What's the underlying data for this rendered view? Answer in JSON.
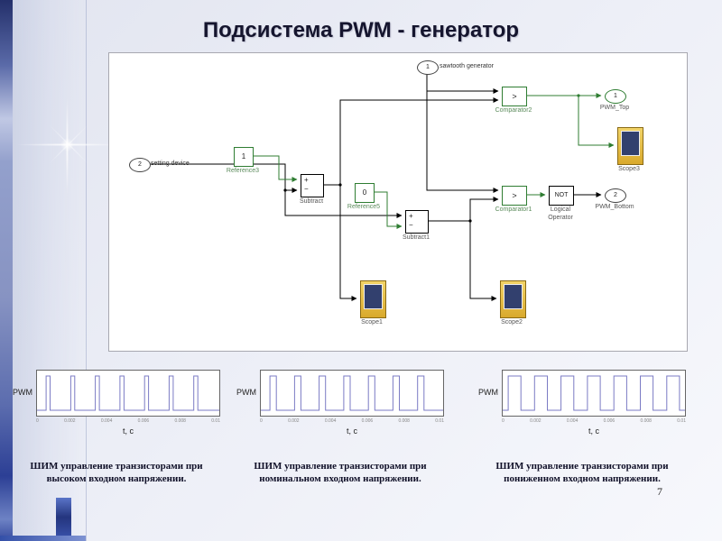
{
  "slide": {
    "title": "Подсистема PWM - генератор",
    "page_number": "7"
  },
  "diagram": {
    "in1_num": "1",
    "in1_label": "sawtooth generator",
    "in2_num": "2",
    "in2_label": "setting device",
    "ref3_value": "1",
    "ref3_label": "Reference3",
    "ref5_value": "0",
    "ref5_label": "Reference5",
    "plus": "+",
    "minus": "−",
    "subtract_label": "Subtract",
    "subtract1_label": "Subtract1",
    "comp2_op": ">",
    "comp2_label": "Comparator2",
    "comp1_op": ">",
    "comp1_label": "Comparator1",
    "not_op": "NOT",
    "not_label_line1": "Logical",
    "not_label_line2": "Operator",
    "out1_num": "1",
    "out1_label": "PWM_Top",
    "out2_num": "2",
    "out2_label": "PWM_Bottom",
    "scope1_label": "Scope1",
    "scope2_label": "Scope2",
    "scope3_label": "Scope3"
  },
  "colors": {
    "wire": "#000000",
    "wire_green": "#2f7d32",
    "signal": "#7b7bc4",
    "accent_blue": "#2c3f95"
  },
  "chart_data": [
    {
      "type": "line",
      "signal": "square",
      "ylabel": "PWM",
      "xlabel": "t, c",
      "x_range": [
        0,
        0.01
      ],
      "ylim": [
        0,
        1
      ],
      "x_ticks": [
        "0",
        "0.002",
        "0.004",
        "0.006",
        "0.008",
        "0.01"
      ],
      "pulses": [
        [
          0.05,
          0.072
        ],
        [
          0.185,
          0.207
        ],
        [
          0.32,
          0.342
        ],
        [
          0.455,
          0.477
        ],
        [
          0.59,
          0.612
        ],
        [
          0.725,
          0.747
        ],
        [
          0.86,
          0.882
        ]
      ],
      "caption": "ШИМ управление транзисторами при высоком входном напряжении."
    },
    {
      "type": "line",
      "signal": "square",
      "ylabel": "PWM",
      "xlabel": "t, c",
      "x_range": [
        0,
        0.01
      ],
      "ylim": [
        0,
        1
      ],
      "x_ticks": [
        "0",
        "0.002",
        "0.004",
        "0.006",
        "0.008",
        "0.01"
      ],
      "pulses": [
        [
          0.05,
          0.085
        ],
        [
          0.185,
          0.22
        ],
        [
          0.32,
          0.355
        ],
        [
          0.455,
          0.49
        ],
        [
          0.59,
          0.625
        ],
        [
          0.725,
          0.76
        ],
        [
          0.86,
          0.895
        ]
      ],
      "caption": "ШИМ управление транзисторами при номинальном входном напряжении."
    },
    {
      "type": "line",
      "signal": "square",
      "ylabel": "PWM",
      "xlabel": "t, c",
      "x_range": [
        0,
        0.01
      ],
      "ylim": [
        0,
        1
      ],
      "x_ticks": [
        "0",
        "0.002",
        "0.004",
        "0.006",
        "0.008",
        "0.01"
      ],
      "pulses": [
        [
          0.03,
          0.1
        ],
        [
          0.175,
          0.245
        ],
        [
          0.32,
          0.39
        ],
        [
          0.465,
          0.535
        ],
        [
          0.61,
          0.68
        ],
        [
          0.755,
          0.825
        ],
        [
          0.9,
          0.97
        ]
      ],
      "caption": "ШИМ управление транзисторами при пониженном входном напряжении."
    }
  ]
}
